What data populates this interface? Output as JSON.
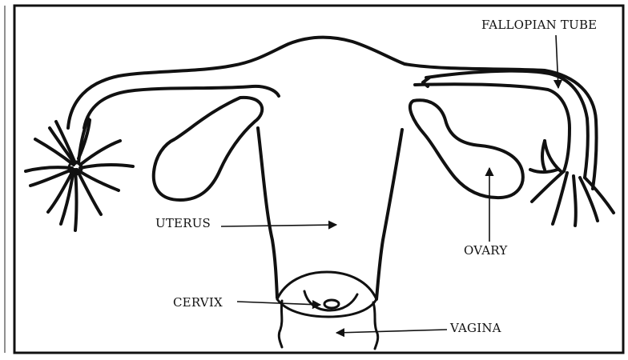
{
  "diagram": {
    "labels": {
      "fallopian_tube": "FALLOPIAN TUBE",
      "uterus": "UTERUS",
      "ovary": "OVARY",
      "cervix": "CERVIX",
      "vagina": "VAGINA"
    },
    "colors": {
      "stroke": "#111111",
      "background": "#ffffff"
    }
  }
}
